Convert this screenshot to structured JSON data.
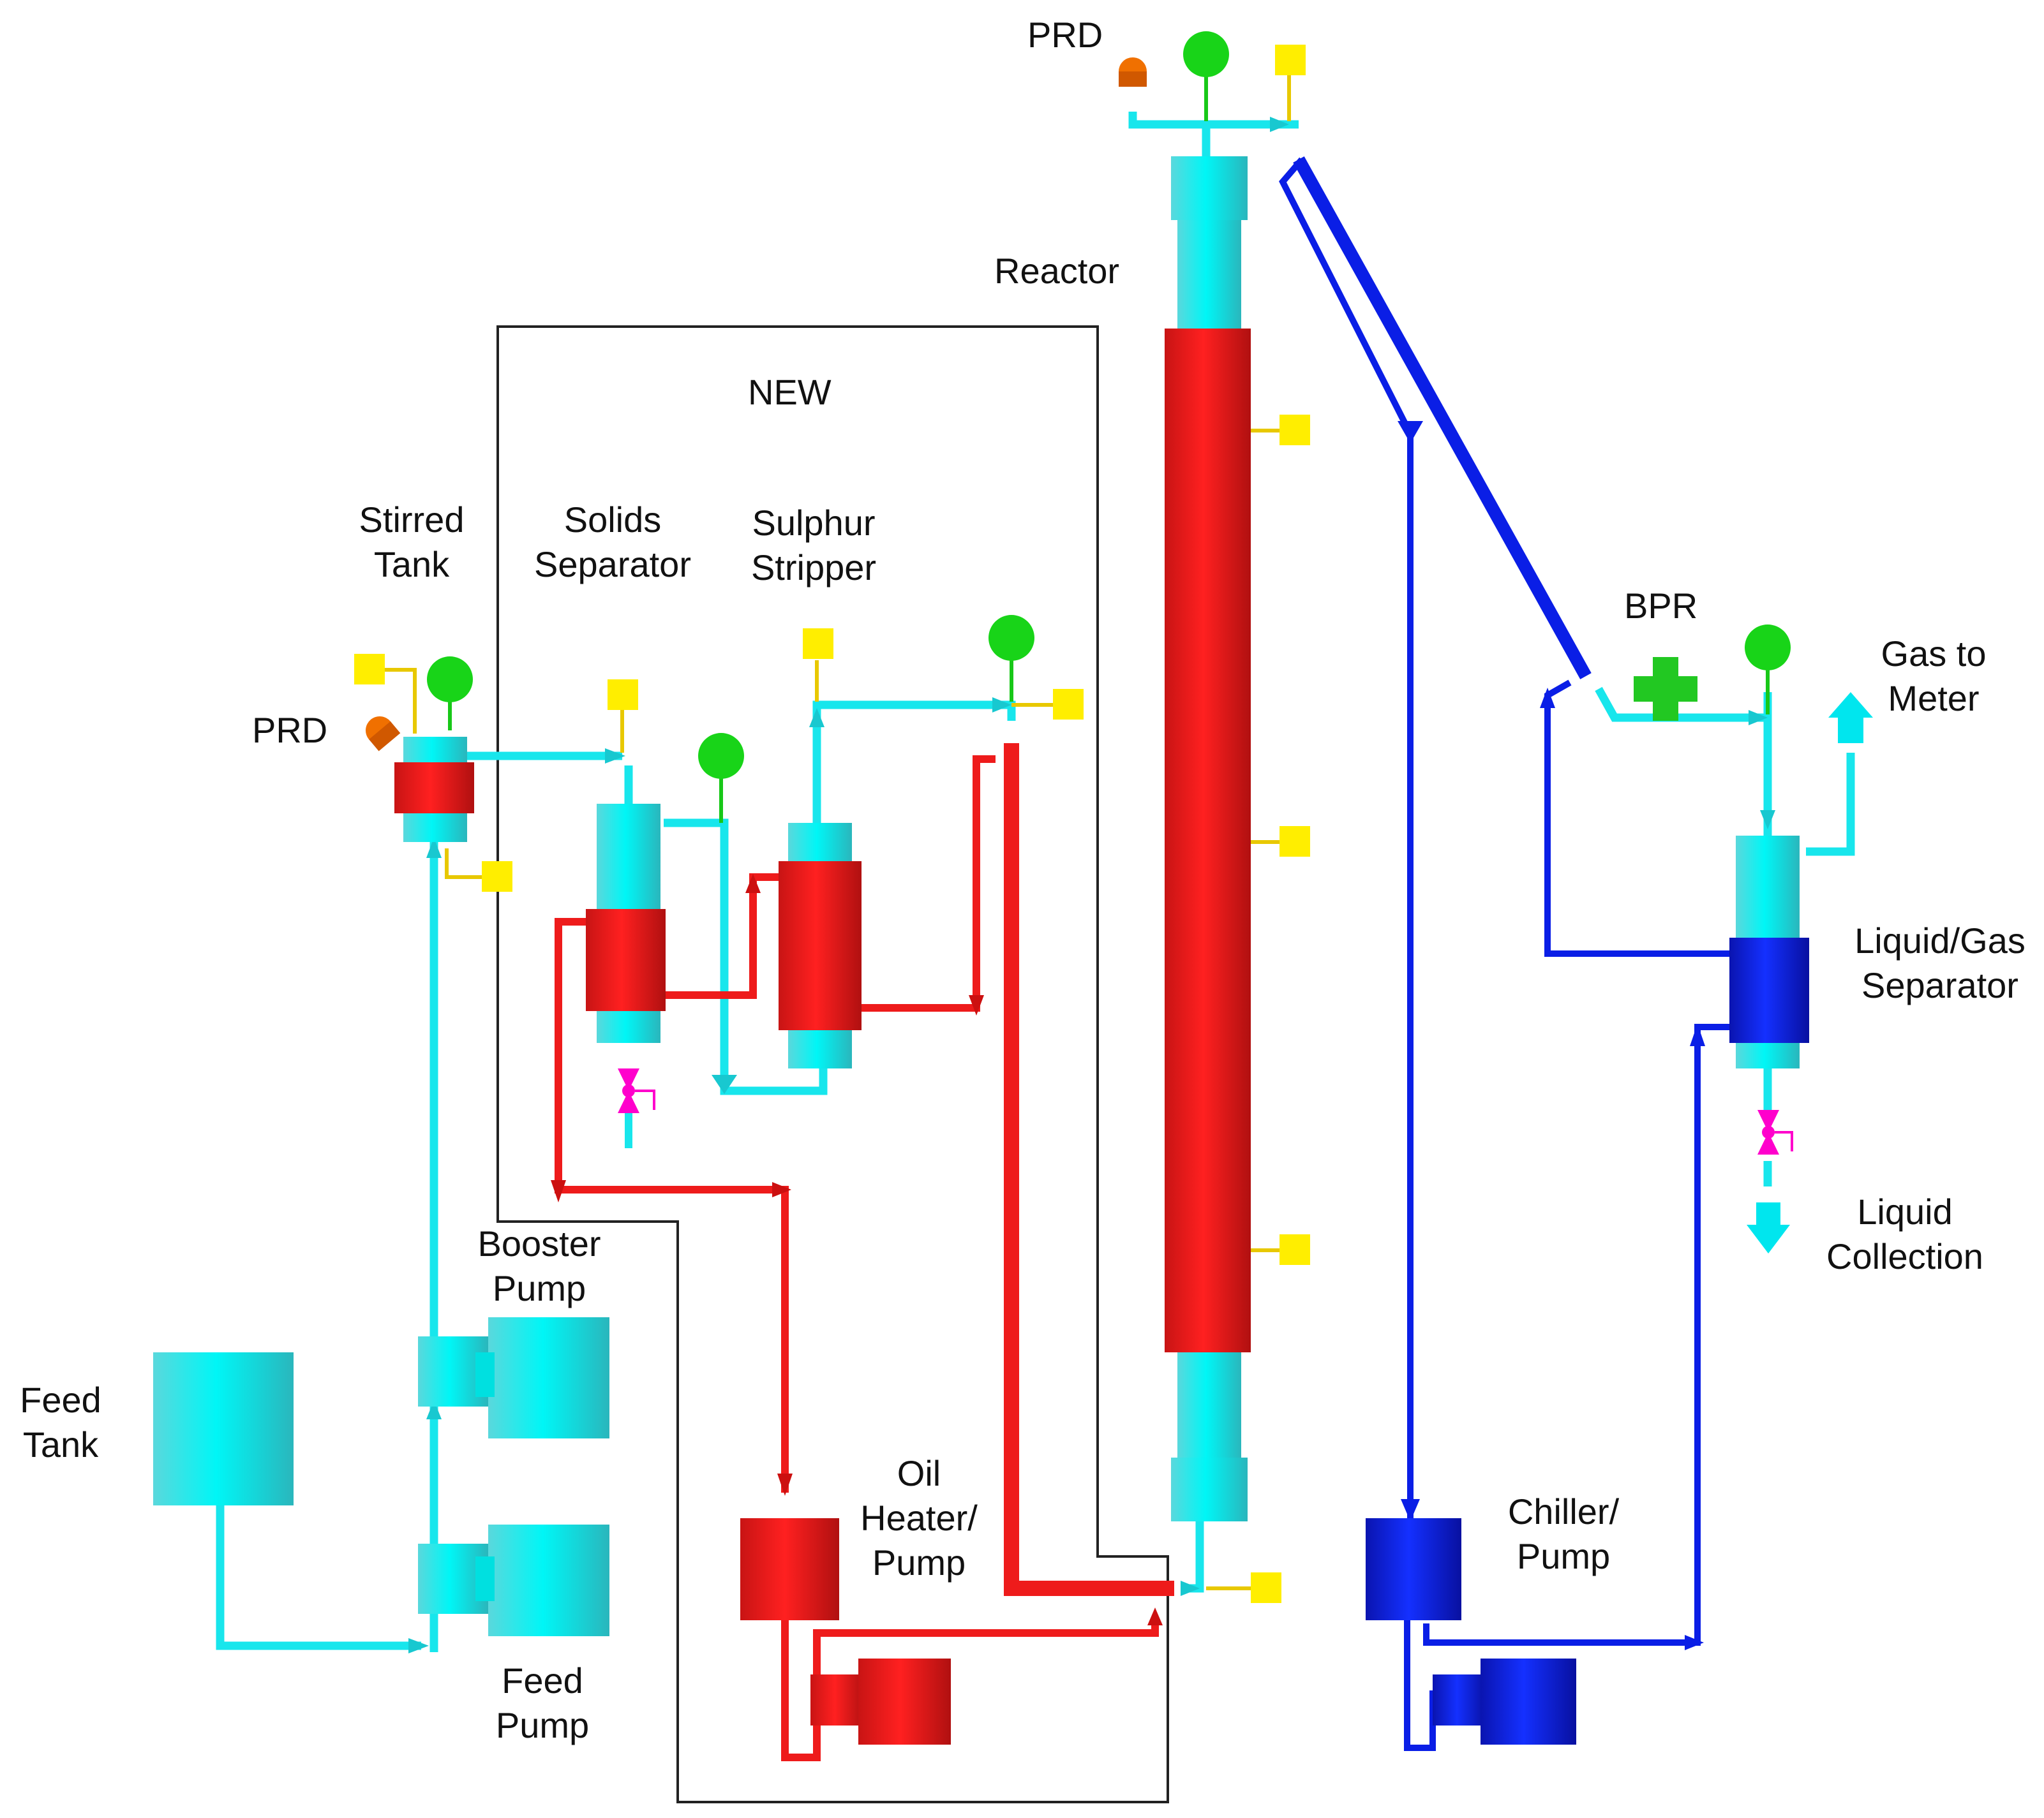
{
  "labels": {
    "prd_top": "PRD",
    "reactor": "Reactor",
    "new": "NEW",
    "stirred_tank": [
      "Stirred",
      "Tank"
    ],
    "solids_separator": [
      "Solids",
      "Separator"
    ],
    "sulphur_stripper": [
      "Sulphur",
      "Stripper"
    ],
    "prd_left": "PRD",
    "bpr": "BPR",
    "gas_to_meter": [
      "Gas to",
      "Meter"
    ],
    "liquid_gas_separator": [
      "Liquid/Gas",
      "Separator"
    ],
    "liquid_collection": [
      "Liquid",
      "Collection"
    ],
    "booster_pump": [
      "Booster",
      "Pump"
    ],
    "feed_tank": [
      "Feed",
      "Tank"
    ],
    "feed_pump": [
      "Feed",
      "Pump"
    ],
    "oil_heater_pump": [
      "Oil",
      "Heater/",
      "Pump"
    ],
    "chiller_pump": [
      "Chiller/",
      "Pump"
    ]
  },
  "colors": {
    "process_line": "#18e6ec",
    "process_vessel": "#00f0f0",
    "hot_oil": "#ee1b1b",
    "coolant": "#0a1ee6",
    "gauge": "#18d418",
    "sensor": "#ffee00",
    "sensor_line": "#e8c800",
    "drain_valve": "#ff00cc",
    "prd_device": "#f07000",
    "boundary": "#222222"
  },
  "icons": [
    "pressure-gauge-icon",
    "sensor-icon",
    "prd-icon",
    "bpr-icon",
    "drain-valve-icon",
    "flow-arrow-icon",
    "pump-icon"
  ]
}
